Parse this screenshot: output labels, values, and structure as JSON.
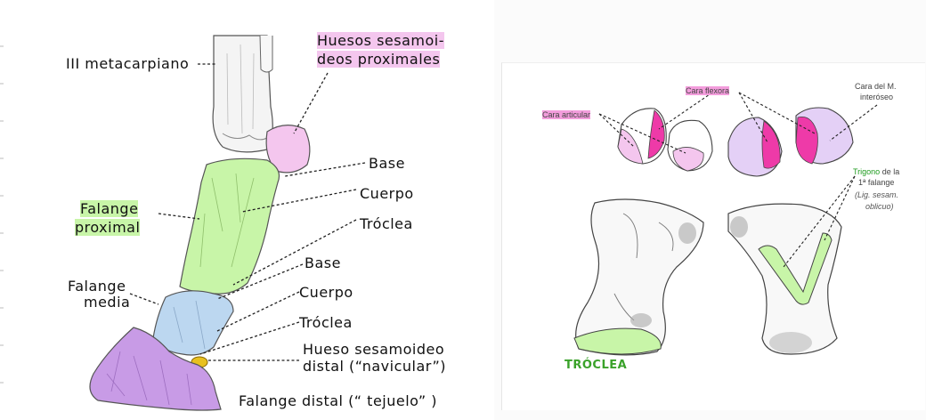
{
  "left_labels": {
    "metacarpo": "III metacarpiano",
    "sesamoideos_1": "Huesos sesamoi-",
    "sesamoideos_2": "deos proximales",
    "base_1": "Base",
    "cuerpo_1": "Cuerpo",
    "troclea_1": "Tróclea",
    "falange_prox_1": "Falange",
    "falange_prox_2": "proximal",
    "base_2": "Base",
    "falange_media_1": "Falange",
    "falange_media_2": "media",
    "cuerpo_2": "Cuerpo",
    "troclea_2": "Tróclea",
    "navicular_1": "Hueso sesamoideo",
    "navicular_2": "distal (“navicular”)",
    "falange_distal": "Falange distal (“ tejuelo” )"
  },
  "right_labels": {
    "cara_articular": "Cara articular",
    "cara_flexora": "Cara flexora",
    "cara_interoseo_1": "Cara del M.",
    "cara_interoseo_2": "interóseo",
    "trigono_a": "Trigono",
    "trigono_b": " de la",
    "trigono_2": "1ª falange",
    "lig_1": "(Lig. sesam.",
    "lig_2": "oblicuo)",
    "troclea": "TRÓCLEA"
  },
  "colors": {
    "pink": "#f4c6ee",
    "magenta": "#ee3aa8",
    "green": "#c8f5a8",
    "blue": "#bcd7f0",
    "purple": "#c89be6",
    "yellow": "#e8c020"
  }
}
